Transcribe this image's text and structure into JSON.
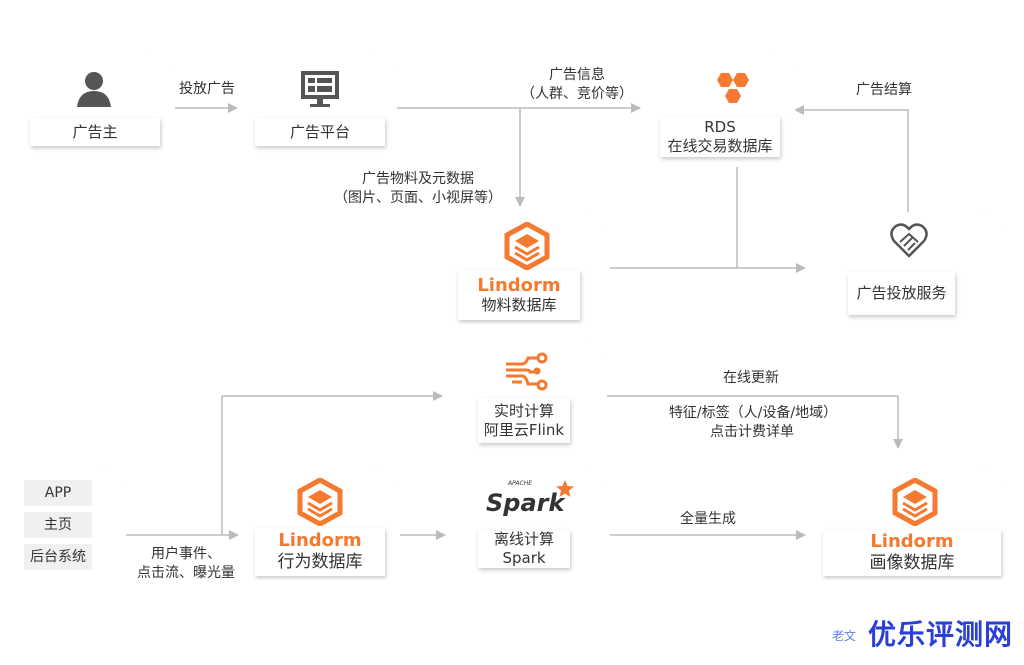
{
  "nodes": {
    "advertiser": {
      "label": "广告主",
      "icon": "person-icon"
    },
    "platform": {
      "label": "广告平台",
      "icon": "monitor-icon"
    },
    "rds": {
      "title": "RDS",
      "label": "在线交易数据库",
      "icon": "rds-hexagon-icon"
    },
    "material_db": {
      "brand": "Lindorm",
      "label": "物料数据库",
      "icon": "lindorm-icon"
    },
    "ad_service": {
      "label": "广告投放服务",
      "icon": "handshake-heart-icon"
    },
    "flink": {
      "label1": "实时计算",
      "label2": "阿里云Flink",
      "icon": "flink-stream-icon"
    },
    "sources": {
      "items": [
        "APP",
        "主页",
        "后台系统"
      ]
    },
    "behavior_db": {
      "brand": "Lindorm",
      "label": "行为数据库",
      "icon": "lindorm-icon"
    },
    "spark": {
      "logo_small": "APACHE",
      "logo": "Spark",
      "label1": "离线计算",
      "label2": "Spark",
      "icon": "spark-logo-icon"
    },
    "profile_db": {
      "brand": "Lindorm",
      "label": "画像数据库",
      "icon": "lindorm-icon"
    }
  },
  "edges": {
    "place_ads": "投放广告",
    "ad_info_1": "广告信息",
    "ad_info_2": "（人群、竞价等）",
    "material_1": "广告物料及元数据",
    "material_2": "（图片、页面、小视屏等）",
    "settlement": "广告结算",
    "user_events_1": "用户事件、",
    "user_events_2": "点击流、曝光量",
    "online_update": "在线更新",
    "features_1": "特征/标签（人/设备/地域）",
    "features_2": "点击计费详单",
    "full_gen": "全量生成"
  },
  "watermark": {
    "main": "优乐评测网",
    "faint": "老文"
  },
  "colors": {
    "accent": "#f47a31",
    "line": "#bbbbbb",
    "icon_gray": "#555555",
    "watermark": "#2a3fd6"
  }
}
